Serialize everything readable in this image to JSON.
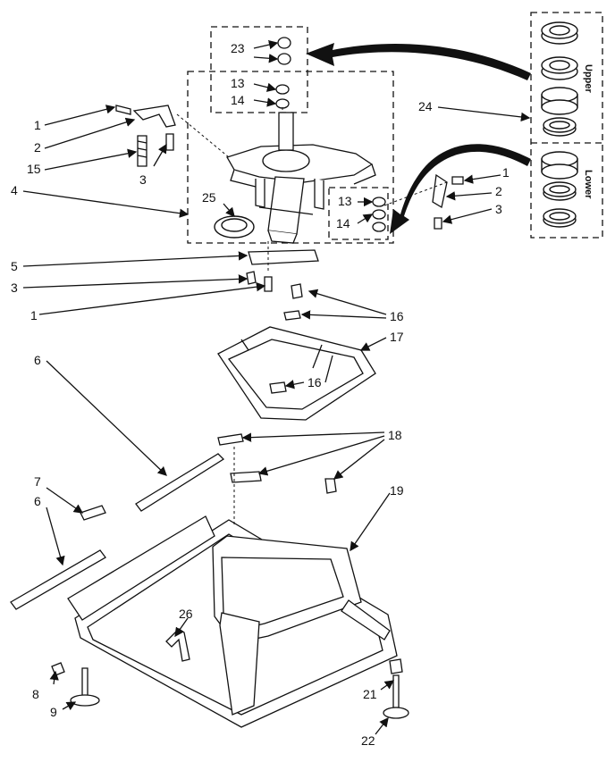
{
  "diagram": {
    "callouts": {
      "c1a": "1",
      "c2a": "2",
      "c15": "15",
      "c3a": "3",
      "c4": "4",
      "c5": "5",
      "c3b": "3",
      "c1b": "1",
      "c6a": "6",
      "c7": "7",
      "c6b": "6",
      "c8": "8",
      "c9": "9",
      "c23": "23",
      "c13a": "13",
      "c14a": "14",
      "c25": "25",
      "c13b": "13",
      "c14b": "14",
      "c24": "24",
      "c1c": "1",
      "c2c": "2",
      "c3c": "3",
      "c16a": "16",
      "c17": "17",
      "c16b": "16",
      "c18": "18",
      "c19": "19",
      "c26": "26",
      "c21": "21",
      "c22": "22"
    },
    "legend": {
      "upper": "Upper",
      "lower": "Lower"
    }
  }
}
